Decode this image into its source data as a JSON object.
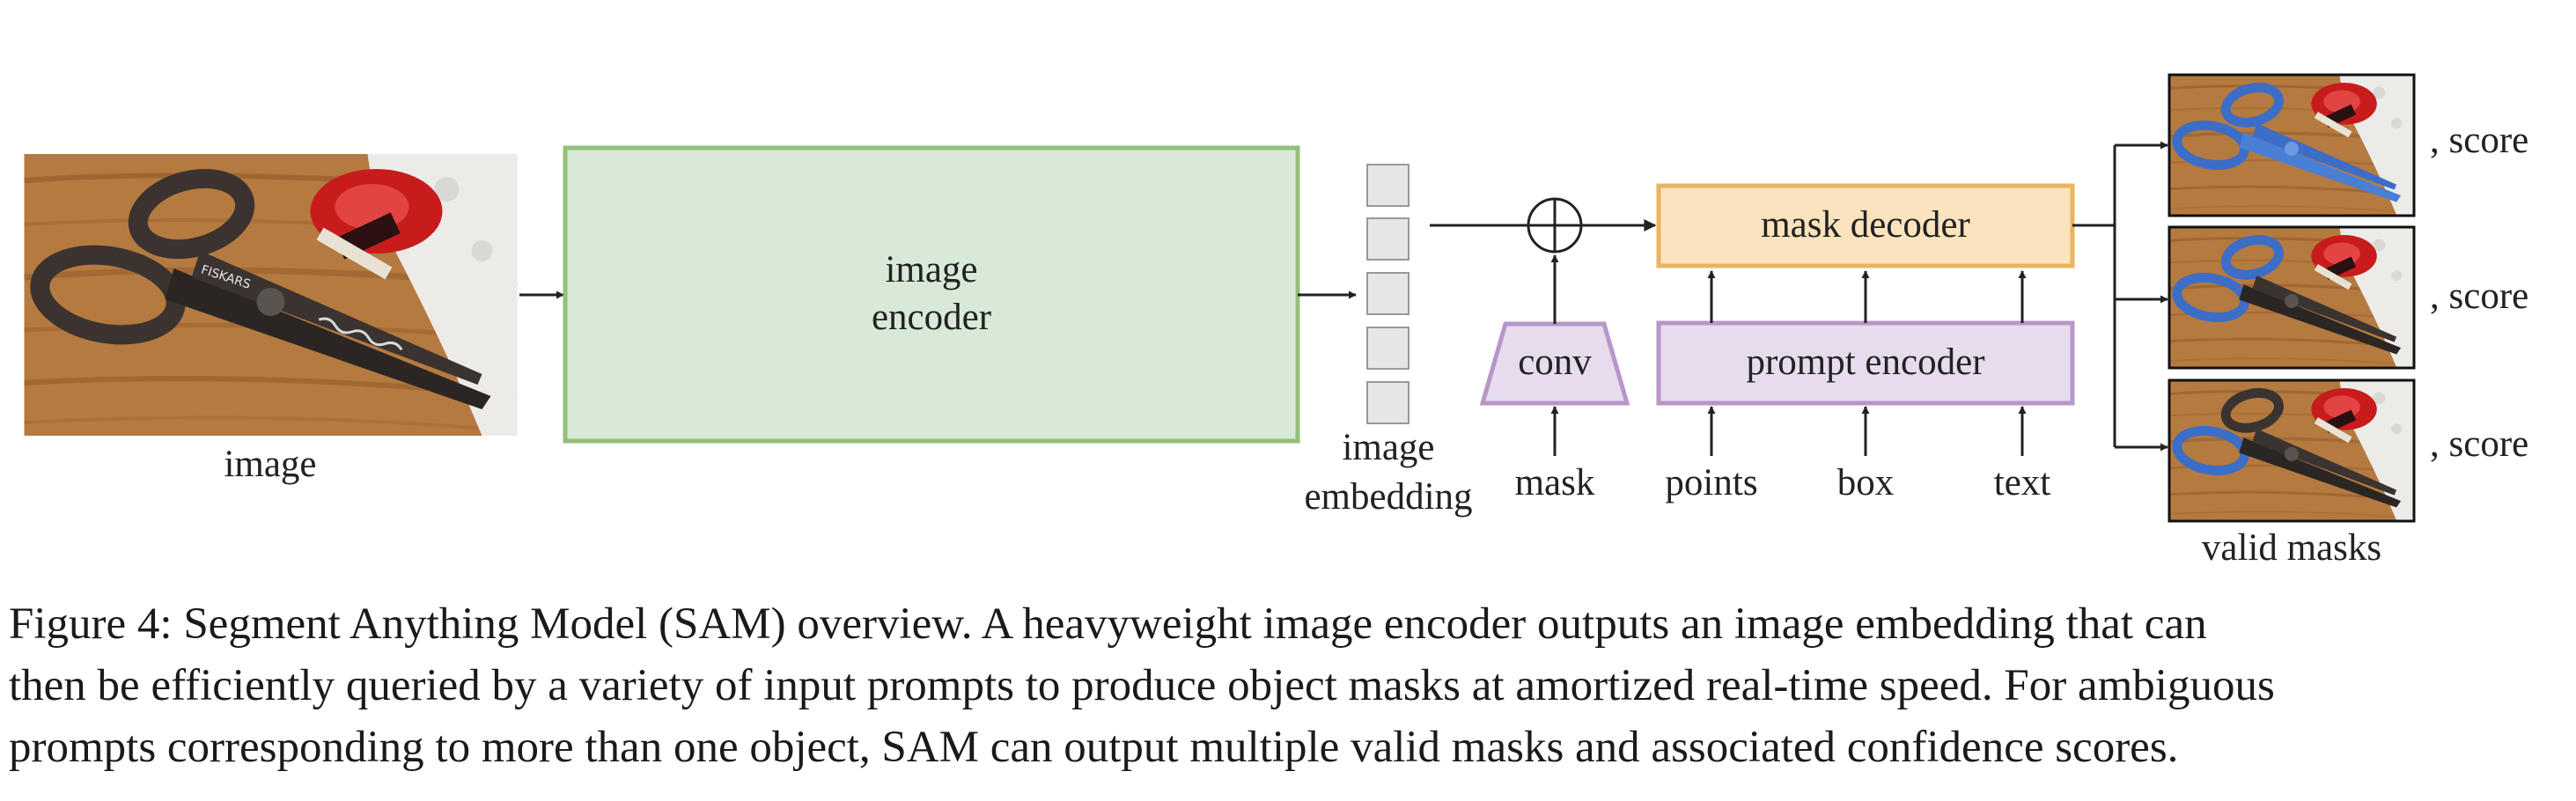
{
  "diagram": {
    "input_image_label": "image",
    "image_encoder_label_line1": "image",
    "image_encoder_label_line2": "encoder",
    "embedding_label_line1": "image",
    "embedding_label_line2": "embedding",
    "conv_label": "conv",
    "mask_input_label": "mask",
    "mask_decoder_label": "mask decoder",
    "prompt_encoder_label": "prompt encoder",
    "prompt_inputs": [
      "points",
      "box",
      "text"
    ],
    "score_label": ", score",
    "valid_masks_label": "valid masks",
    "colors": {
      "encoder_fill": "#d9e9d7",
      "encoder_stroke": "#93bf7b",
      "decoder_fill": "#fbe3be",
      "decoder_stroke": "#e9b461",
      "prompt_fill": "#e6dced",
      "prompt_stroke": "#b896c8",
      "mask_highlight": "#3c6ec8"
    }
  },
  "caption": {
    "line1": "Figure 4: Segment Anything Model (SAM) overview. A heavyweight image encoder outputs an image embedding that can",
    "line2": "then be efficiently queried by a variety of input prompts to produce object masks at amortized real-time speed. For ambiguous",
    "line3": "prompts corresponding to more than one object, SAM can output multiple valid masks and associated confidence scores."
  }
}
